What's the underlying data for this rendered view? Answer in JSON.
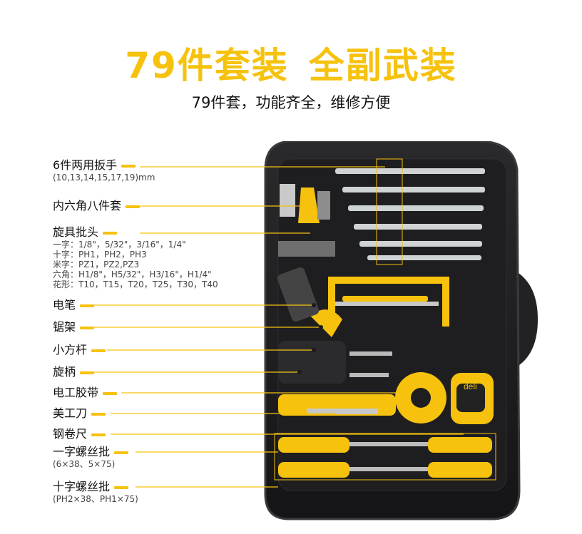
{
  "header": {
    "title_part1": "79件套装",
    "title_part2": "全副武装",
    "subtitle": "79件套，功能齐全，维修方便"
  },
  "colors": {
    "accent": "#f6c20d",
    "case": "#1b1b1d",
    "case_edge": "#3a3a3d"
  },
  "callouts": {
    "wrench": {
      "label": "6件两用扳手",
      "sub": "(10,13,14,15,17,19)mm"
    },
    "hex": {
      "label": "内六角八件套"
    },
    "bits": {
      "label": "旋具批头",
      "lines": [
        "一字：1/8\"，5/32\"，3/16\"，1/4\"",
        "十字：PH1，PH2，PH3",
        "米字：PZ1，PZ2,PZ3",
        "六角：H1/8\"，H5/32\"，H3/16\"，H1/4\"",
        "花形：T10，T15，T20，T25，T30，T40"
      ]
    },
    "pen": {
      "label": "电笔"
    },
    "saw": {
      "label": "锯架"
    },
    "rod": {
      "label": "小方杆"
    },
    "handle": {
      "label": "旋柄"
    },
    "tape": {
      "label": "电工胶带"
    },
    "knife": {
      "label": "美工刀"
    },
    "ruler": {
      "label": "钢卷尺"
    },
    "slotted": {
      "label": "一字螺丝批",
      "sub": "(6×38、5×75)"
    },
    "phillips": {
      "label": "十字螺丝批",
      "sub": "(PH2×38、PH1×75)"
    }
  },
  "case_product": {
    "brand_text": "deli"
  }
}
